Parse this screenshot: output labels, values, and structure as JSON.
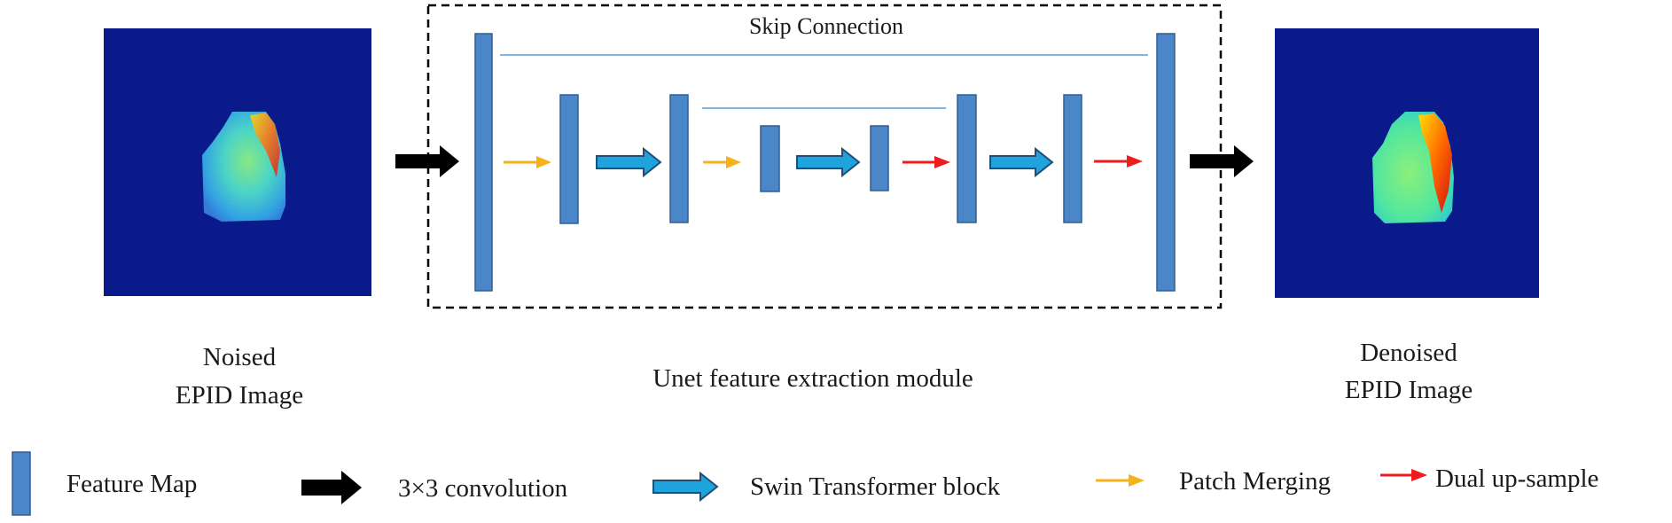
{
  "colors": {
    "feature_map_fill": "#4a86c8",
    "feature_map_stroke": "#2f5f96",
    "skip_line": "#5b9bd5",
    "conv_arrow": "#000000",
    "swin_arrow_fill": "#1ea3dc",
    "swin_arrow_stroke": "#1f4e79",
    "patch_merging_arrow": "#f5b21b",
    "dual_upsample_arrow": "#ee1c1c",
    "heatmap_background": "#0a1a8a",
    "dashed_box": "#000000"
  },
  "icons": {
    "feature_map": "blue-bar-icon",
    "conv": "black-arrow-icon",
    "swin": "block-arrow-icon",
    "patch_merging": "yellow-arrow-icon",
    "dual_upsample": "red-arrow-icon"
  },
  "skip_connection_label": "Skip Connection",
  "input": {
    "line1": "Noised",
    "line2": "EPID Image"
  },
  "output": {
    "line1": "Denoised",
    "line2": "EPID Image"
  },
  "module_label": "Unet feature extraction module",
  "legend": {
    "feature_map": "Feature Map",
    "conv": "3×3 convolution",
    "swin": "Swin Transformer block",
    "patch_merging": "Patch Merging",
    "dual_upsample": "Dual up-sample"
  }
}
